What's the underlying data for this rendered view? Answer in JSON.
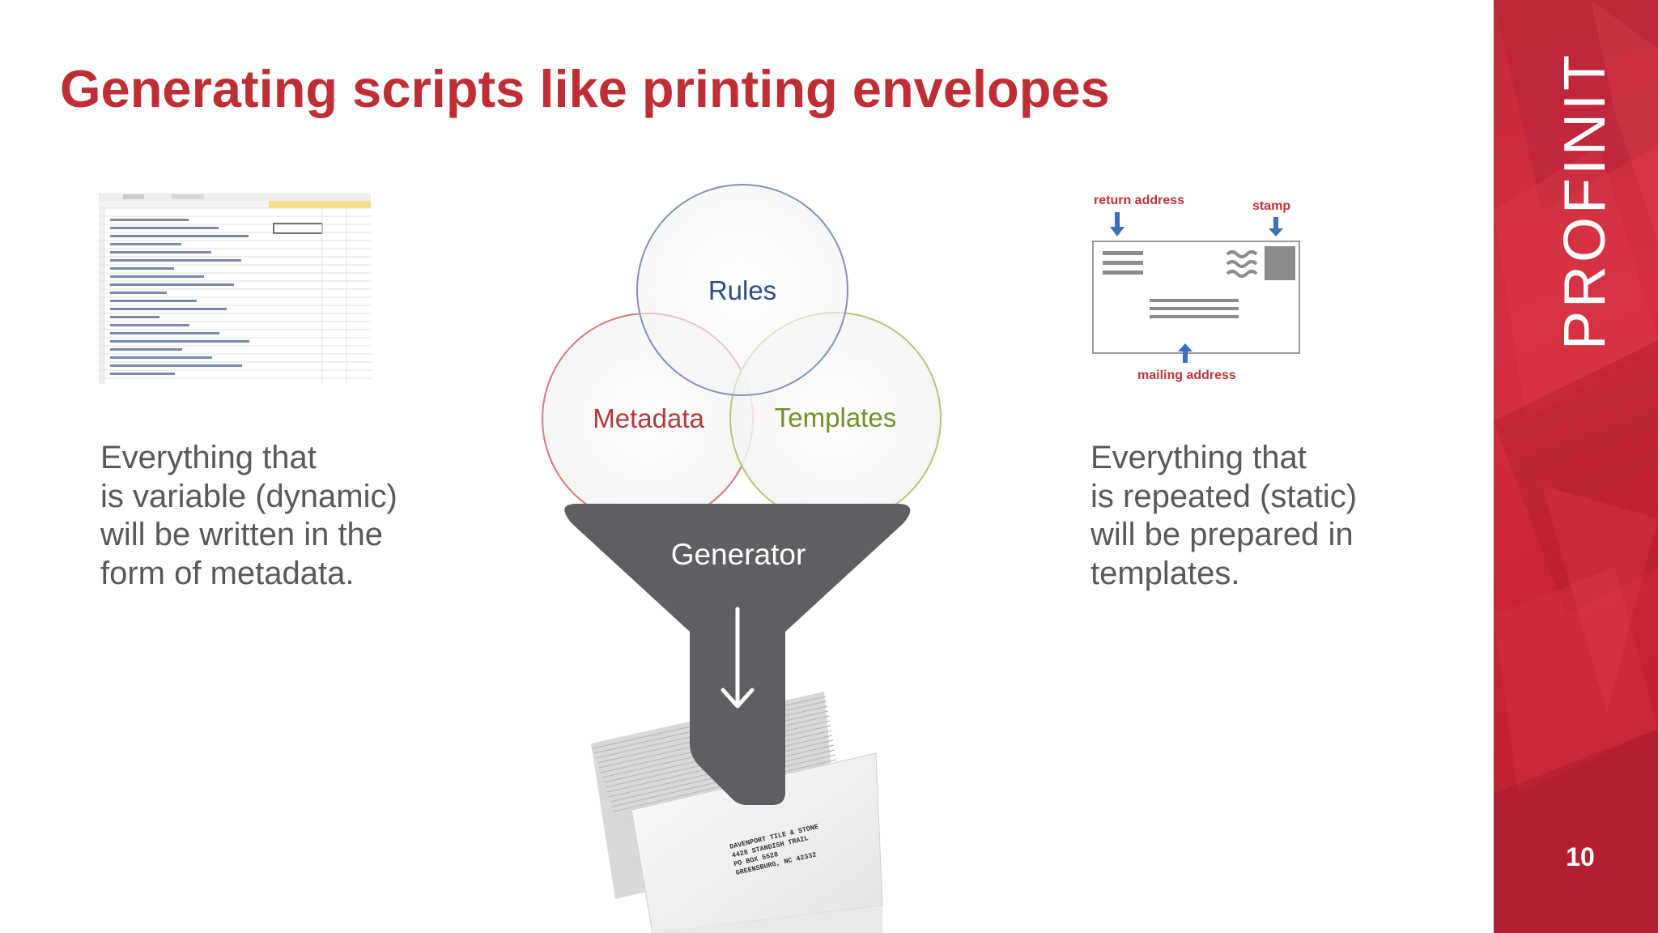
{
  "slide": {
    "title": "Generating scripts like printing envelopes",
    "brand": "PROFINIT",
    "page_number": "10"
  },
  "diagram": {
    "circles": {
      "rules": "Rules",
      "metadata": "Metadata",
      "templates": "Templates"
    },
    "funnel_label": "Generator"
  },
  "left_panel": {
    "lines": [
      "Everything that",
      "is variable (dynamic)",
      "will be written in the",
      "form of metadata."
    ]
  },
  "right_panel": {
    "lines": [
      "Everything that",
      "is repeated (static)",
      "will be prepared in",
      "templates."
    ],
    "envelope_labels": {
      "return_address": "return address",
      "stamp": "stamp",
      "mailing_address": "mailing address"
    }
  },
  "envelope_stack": {
    "address_lines": [
      "DAVENPORT TILE & STONE",
      "4428 STANDISH TRAIL",
      "PO BOX 5528",
      "GREENSBURG, NC 42332"
    ]
  },
  "colors": {
    "title": "#be2e34",
    "brand_bar": "#c8283a",
    "body_text": "#595959",
    "rules": "#2f4e86",
    "metadata": "#b33a3d",
    "templates": "#6f9128",
    "funnel": "#5f5f63"
  }
}
